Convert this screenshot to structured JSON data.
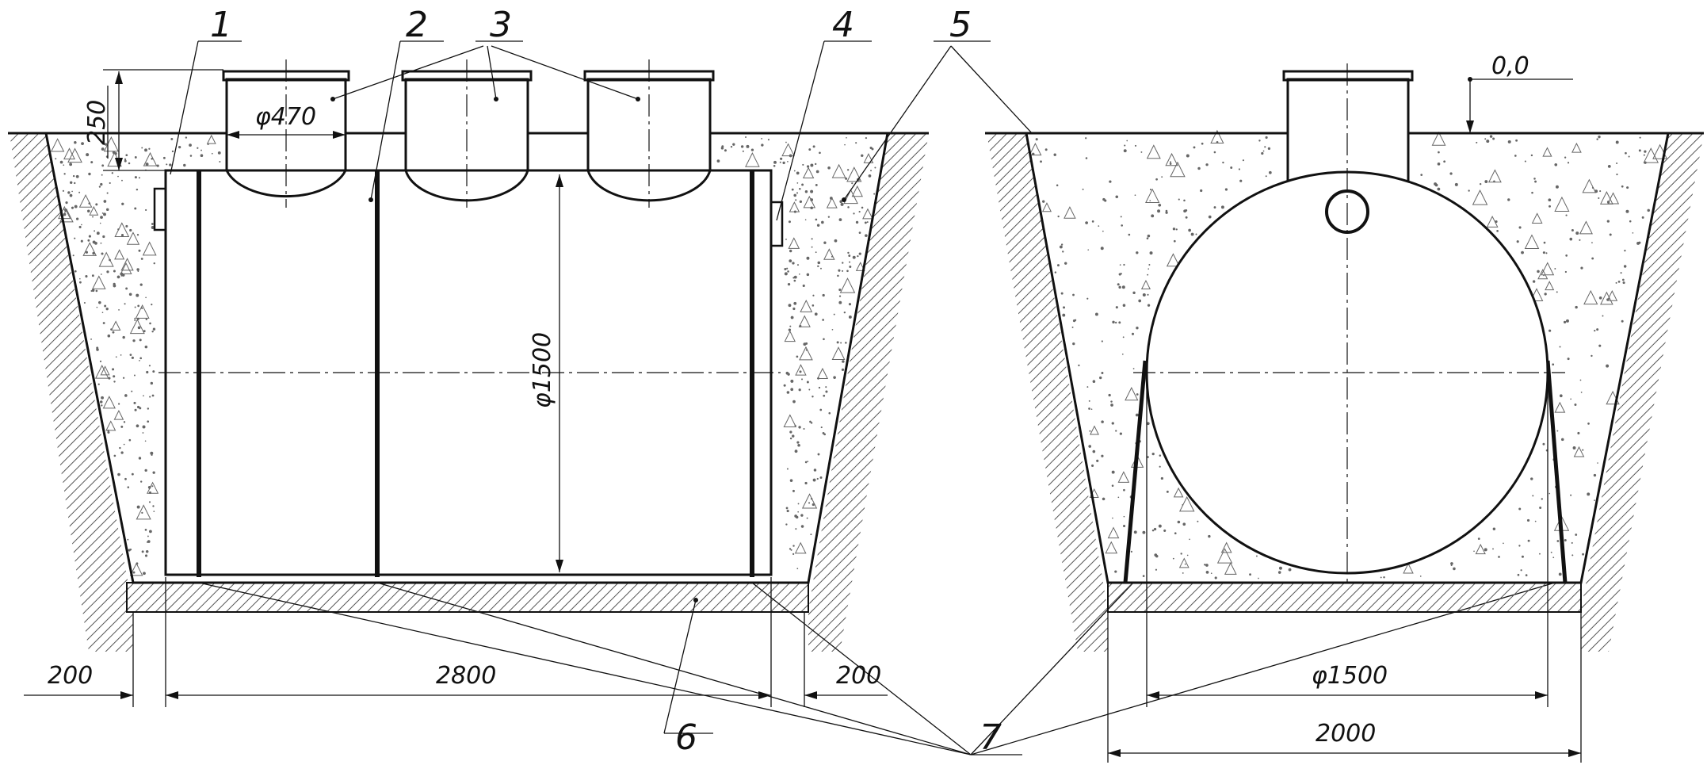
{
  "drawing": {
    "views": [
      "side-section",
      "end-section"
    ],
    "callouts": {
      "c1": "1",
      "c2": "2",
      "c3": "3",
      "c4": "4",
      "c5": "5",
      "c6": "6",
      "c7": "7"
    },
    "dimensions": {
      "neck_height": "250",
      "neck_diameter": "φ470",
      "tank_diameter_side": "φ1500",
      "left_gap": "200",
      "tank_length": "2800",
      "right_gap": "200",
      "tank_diameter_end": "φ1500",
      "pit_width": "2000",
      "ground_level": "0,0"
    },
    "colors": {
      "line": "#111111",
      "hatch": "#555555",
      "background": "#ffffff",
      "speckle": "#666666"
    }
  }
}
